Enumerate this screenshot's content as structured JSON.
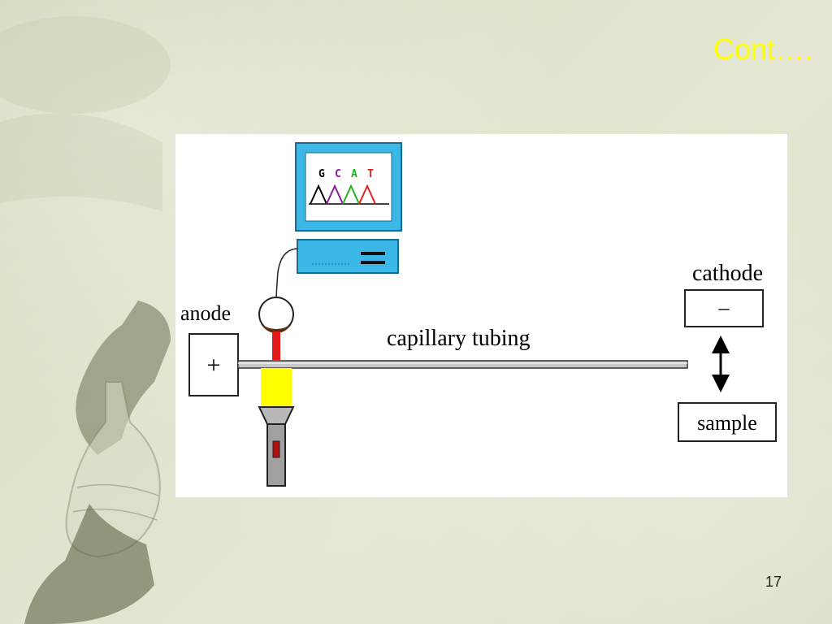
{
  "slide": {
    "title": "Cont….",
    "page_number": "17"
  },
  "diagram": {
    "monitor_letters": [
      "G",
      "C",
      "A",
      "T"
    ],
    "letter_colors": [
      "#000000",
      "#8b1a9b",
      "#22b022",
      "#e02020"
    ],
    "labels": {
      "anode": "anode",
      "anode_symbol": "+",
      "cathode": "cathode",
      "cathode_symbol": "–",
      "capillary": "capillary tubing",
      "sample": "sample"
    },
    "colors": {
      "monitor": "#3bb8e8",
      "laser_beam": "#e21a1a",
      "filter": "#ffff00"
    }
  }
}
